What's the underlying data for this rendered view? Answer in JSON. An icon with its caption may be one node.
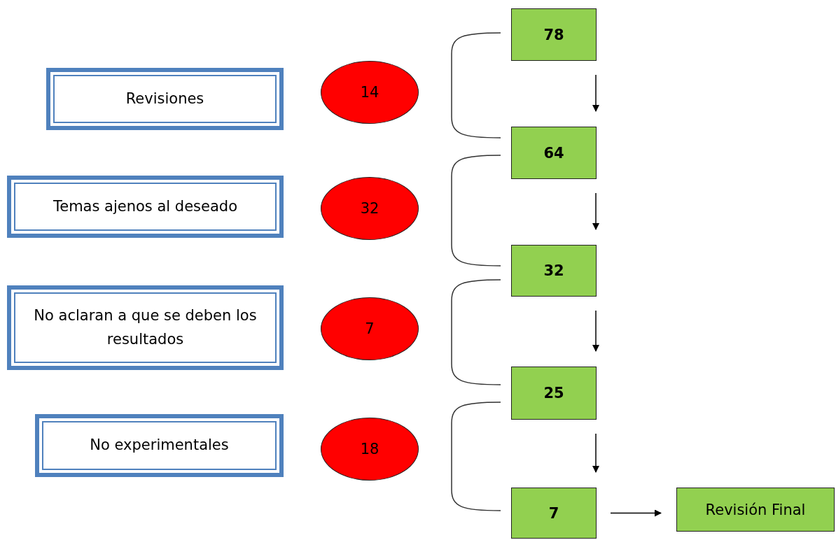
{
  "diagram": {
    "nodes": [
      {
        "text": [
          "Revisiones"
        ]
      },
      {
        "text": [
          "14"
        ]
      },
      {
        "text": [
          "Temas ajenos al deseado"
        ]
      },
      {
        "text": [
          "32"
        ]
      },
      {
        "text": [
          "No aclaran a que se deben los resultados"
        ]
      },
      {
        "text": [
          "7"
        ]
      },
      {
        "text": [
          "No experimentales"
        ]
      },
      {
        "text": [
          "18"
        ]
      },
      {
        "text": [
          "78"
        ]
      },
      {
        "text": [
          "64"
        ]
      },
      {
        "text": [
          "32"
        ]
      },
      {
        "text": [
          "25"
        ]
      },
      {
        "text": [
          "7"
        ]
      },
      {
        "text": [
          "Revisión Final"
        ]
      }
    ],
    "edges": [
      {
        "from": 8,
        "to": 9,
        "arrow": "to"
      },
      {
        "from": 9,
        "to": 10,
        "arrow": "to"
      },
      {
        "from": 10,
        "to": 11,
        "arrow": "to"
      },
      {
        "from": 11,
        "to": 12,
        "arrow": "to"
      },
      {
        "from": 12,
        "to": 13,
        "arrow": "to"
      }
    ]
  }
}
